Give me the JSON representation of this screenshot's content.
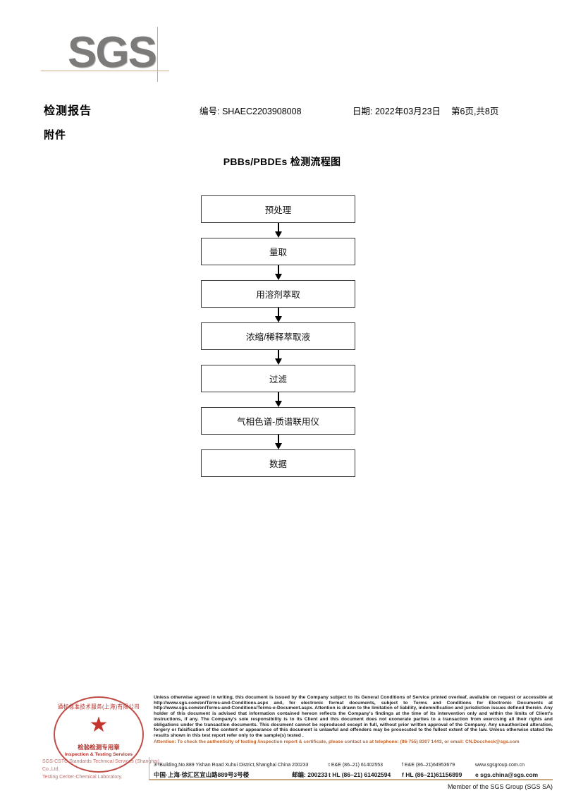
{
  "logo": {
    "text": "SGS"
  },
  "header": {
    "report_title": "检测报告",
    "attachment_label": "附件",
    "report_no": "编号: SHAEC2203908008",
    "date": "日期: 2022年03月23日",
    "page": "第6页,共8页"
  },
  "flowchart": {
    "title": "PBBs/PBDEs 检测流程图",
    "steps": [
      {
        "label": "预处理"
      },
      {
        "label": "量取"
      },
      {
        "label": "用溶剂萃取"
      },
      {
        "label": "浓缩/稀释萃取液"
      },
      {
        "label": "过滤"
      },
      {
        "label": "气相色谱-质谱联用仪"
      },
      {
        "label": "数据"
      }
    ]
  },
  "seal": {
    "top_text": "通标标准技术服务(上海)有限公司",
    "star": "★",
    "mid_text": "检验检测专用章",
    "en_text": "Inspection & Testing Services",
    "sub_line1": "SGS-CSTC Standards Technical Services (Shanghai) Co.,Ltd.",
    "sub_line2": "Testing Center-Chemical Laboratory."
  },
  "legal": {
    "body": "Unless otherwise agreed in writing, this document is issued by the Company subject to its General Conditions of Service printed overleaf, available on request or accessible at http://www.sgs.com/en/Terms-and-Conditions.aspx and, for electronic format documents, subject to Terms and Conditions for Electronic Documents at http://www.sgs.com/en/Terms-and-Conditions/Terms-e-Document.aspx. Attention is drawn to the limitation of liability, indemnification and jurisdiction issues defined therein. Any holder of this document is advised that information contained hereon reflects the Company's findings at the time of its intervention only and within the limits of Client's instructions, if any. The Company's sole responsibility is to its Client and this document does not exonerate parties to a transaction from exercising all their rights and obligations under the transaction documents. This document cannot be reproduced except in full, without prior written approval of the Company. Any unauthorized alteration, forgery or falsification of the content or appearance of this document is unlawful and offenders may be prosecuted to the fullest extent of the law. Unless otherwise stated the results shown in this test report refer only to the sample(s) tested .",
    "attention": "Attention: To check the authenticity of testing /inspection report & certificate, please contact us at telephone: (86-755) 8307 1443, or email: CN.Doccheck@sgs.com",
    "attention_color": "#c0622a"
  },
  "address": {
    "en_street": "3ʳᵈBuilding,No.889 Yishan Road Xuhui District,Shanghai China",
    "en_zip": "200233",
    "en_tel": "t E&E (86–21) 61402553",
    "en_fax": "f E&E (86–21)64953679",
    "en_web": "www.sgsgroup.com.cn",
    "cn_street": "中国·上海·徐汇区宜山路889号3号楼",
    "cn_zip": "邮编: 200233",
    "cn_tel": "t HL (86–21) 61402594",
    "cn_fax": "f HL (86–21)61156899",
    "cn_email": "e  sgs.china@sgs.com"
  },
  "footer": {
    "member": "Member of the SGS Group (SGS SA)"
  }
}
